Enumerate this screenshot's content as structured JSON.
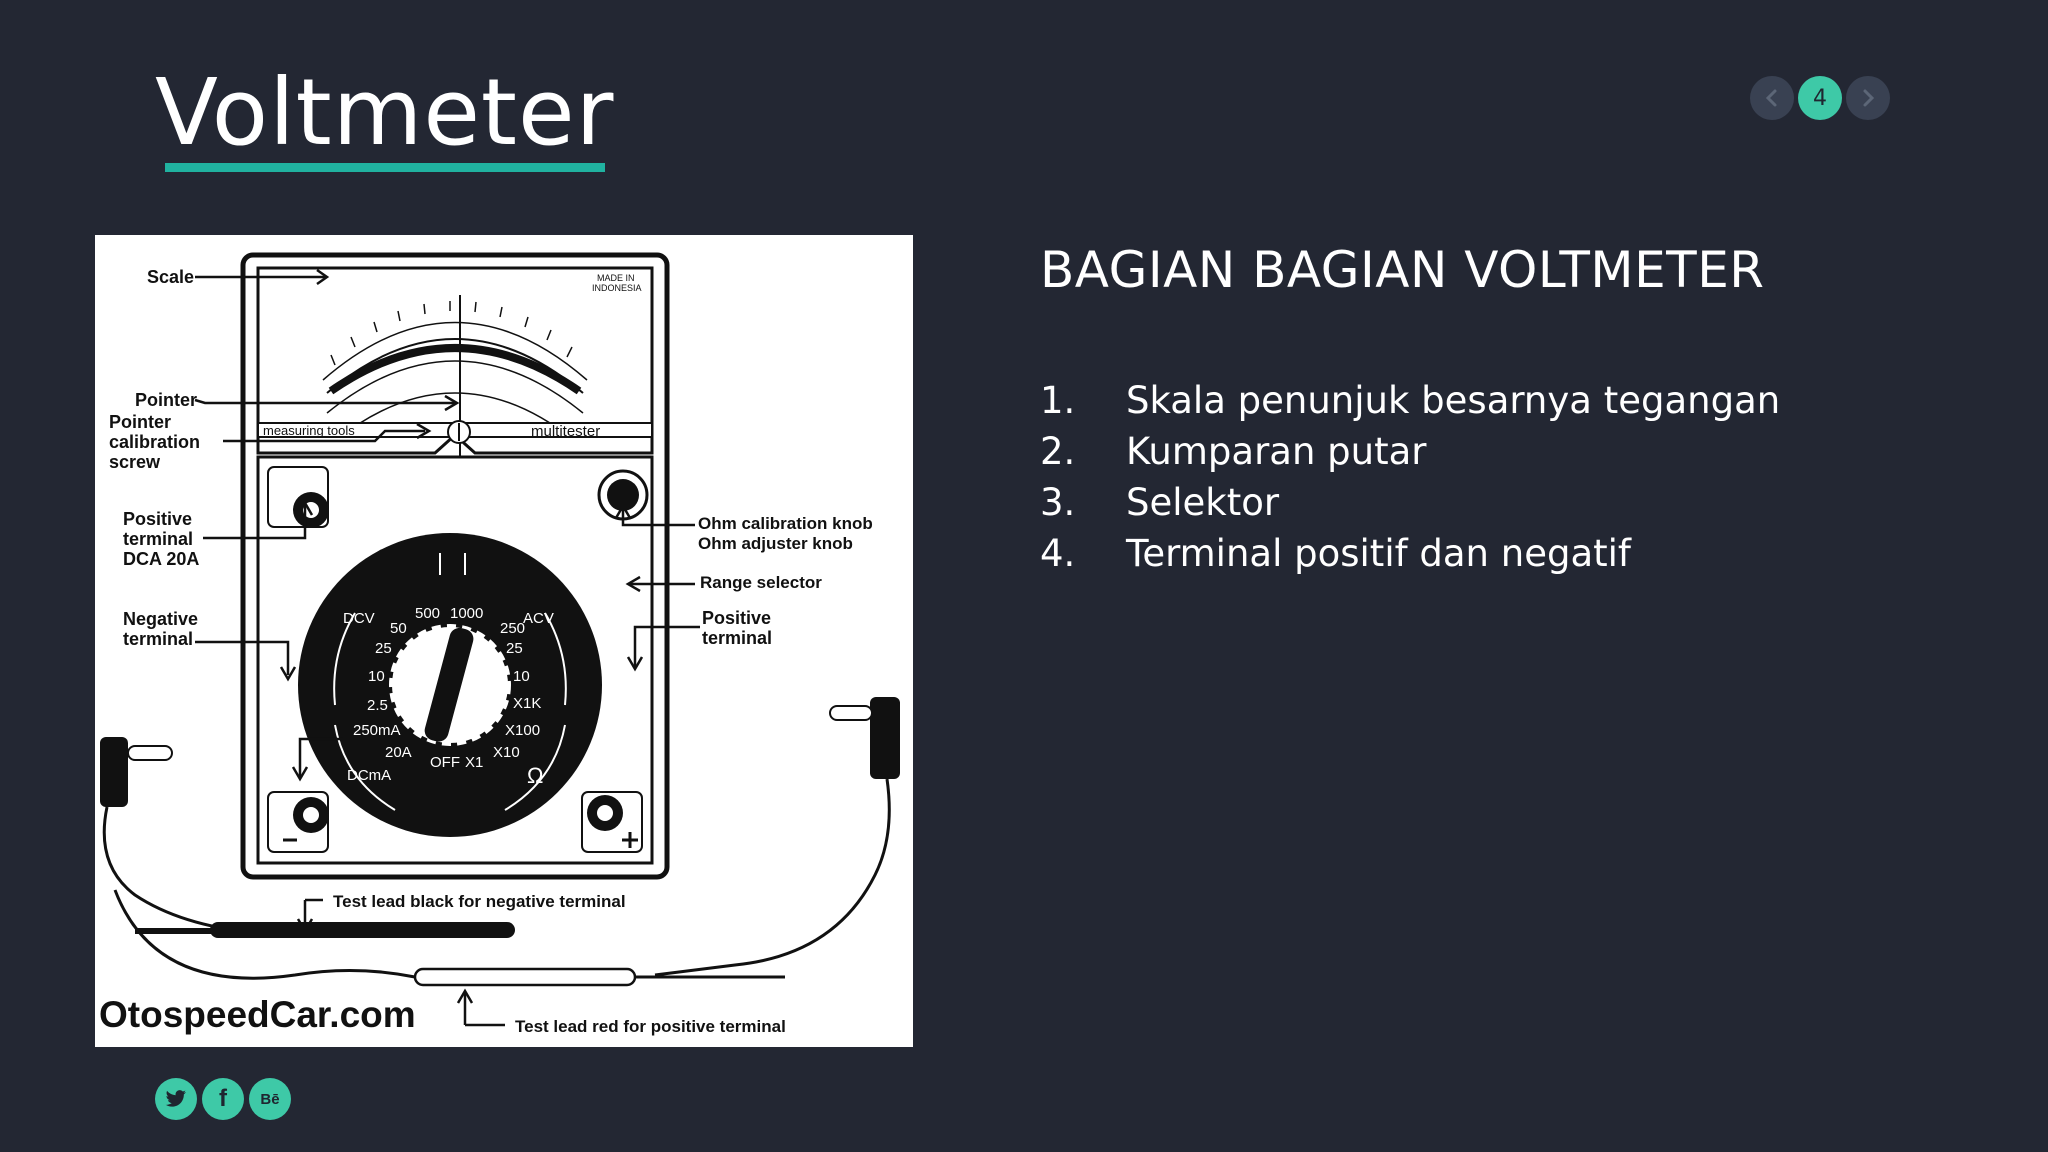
{
  "slide": {
    "title": "Voltmeter",
    "page_number": "4"
  },
  "content": {
    "heading": "BAGIAN BAGIAN VOLTMETER",
    "items": [
      {
        "num": "1.",
        "text": "Skala penunjuk besarnya tegangan"
      },
      {
        "num": "2.",
        "text": "Kumparan putar"
      },
      {
        "num": "3.",
        "text": "Selektor"
      },
      {
        "num": "4.",
        "text": "Terminal positif dan negatif"
      }
    ]
  },
  "figure": {
    "labels": {
      "scale": "Scale",
      "pointer": "Pointer",
      "pointer_calibration_1": "Pointer",
      "pointer_calibration_2": "calibration",
      "pointer_calibration_3": "screw",
      "positive_terminal_dca_1": "Positive",
      "positive_terminal_dca_2": "terminal",
      "positive_terminal_dca_3": "DCA 20A",
      "negative_terminal_1": "Negative",
      "negative_terminal_2": "terminal",
      "ohm_calibration_knob": "Ohm calibration knob",
      "ohm_adjuster_knob": "Ohm adjuster knob",
      "range_selector": "Range selector",
      "positive_terminal_1": "Positive",
      "positive_terminal_2": "terminal",
      "test_lead_black": "Test lead black for negative terminal",
      "test_lead_red": "Test lead red for positive terminal",
      "watermark": "OtospeedCar.com",
      "measuring_tools": "measuring tools",
      "multitester": "multitester",
      "made_in_1": "MADE IN",
      "made_in_2": "INDONESIA"
    },
    "dial": {
      "dcv": "DCV",
      "acv": "ACV",
      "r500": "500",
      "r1000": "1000",
      "r50": "50",
      "r250": "250",
      "r25a": "25",
      "r25b": "25",
      "r10a": "10",
      "r10b": "10",
      "r2_5": "2.5",
      "x1k": "X1K",
      "ma250": "250mA",
      "x100": "X100",
      "a20": "20A",
      "x10": "X10",
      "off": "OFF",
      "x1": "X1",
      "dcma": "DCmA",
      "ohm": "Ω"
    }
  },
  "social": {
    "twitter": "twitter-icon",
    "facebook": "facebook-icon",
    "behance": "behance-icon",
    "facebook_glyph": "f",
    "behance_glyph": "Bē"
  },
  "colors": {
    "background": "#232733",
    "accent": "#3ec9a7",
    "underline": "#20b2a0"
  }
}
